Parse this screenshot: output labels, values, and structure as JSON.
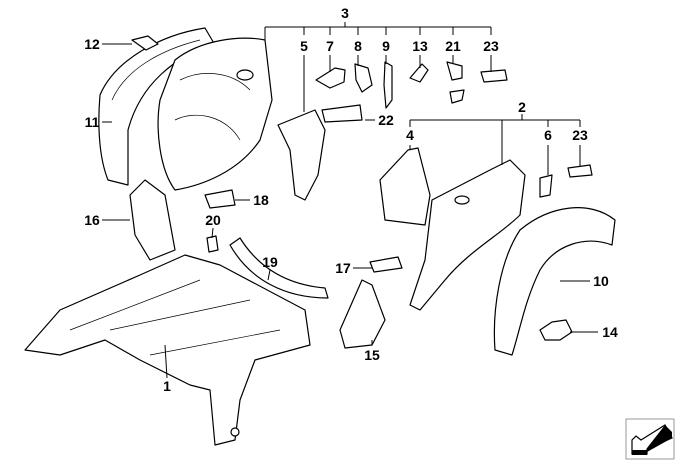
{
  "diagram": {
    "group_labels": {
      "g3": "3",
      "g2": "2"
    },
    "labels": {
      "p1": "1",
      "p4": "4",
      "p5": "5",
      "p6": "6",
      "p7": "7",
      "p8": "8",
      "p9": "9",
      "p10": "10",
      "p11": "11",
      "p12": "12",
      "p13": "13",
      "p14": "14",
      "p15": "15",
      "p16": "16",
      "p17": "17",
      "p18": "18",
      "p19": "19",
      "p20": "20",
      "p21": "21",
      "p22": "22",
      "p23a": "23",
      "p23b": "23"
    },
    "icons": {
      "orientation": "arrow-down-left-icon"
    }
  }
}
